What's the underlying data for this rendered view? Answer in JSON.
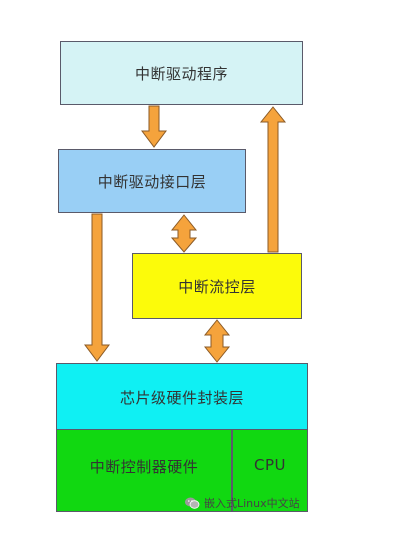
{
  "blocks": {
    "driver": "中断驱动程序",
    "interface": "中断驱动接口层",
    "flow": "中断流控层",
    "package": "芯片级硬件封装层",
    "controller": "中断控制器硬件",
    "cpu": "CPU"
  },
  "watermark": "嵌入式Linux中文站",
  "colors": {
    "arrow": "#f5a33c",
    "arrow_edge": "#8a5a26",
    "driver": "#d5f3f5",
    "interface": "#99cff5",
    "flow": "#fcfb0a",
    "package": "#0ff0f3",
    "hardware": "#11d811"
  }
}
